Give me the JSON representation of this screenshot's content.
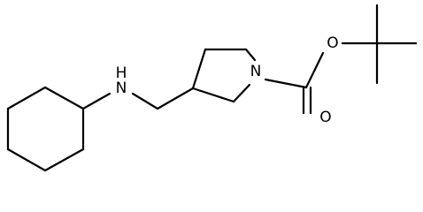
{
  "molecule": {
    "atoms": {
      "amine_n": "H\nN",
      "amine_n_element": "N",
      "amine_n_hydrogen": "H",
      "ring_n": "N",
      "ester_o": "O",
      "carbonyl_o": "O"
    },
    "colors": {
      "bond": "#000000",
      "label": "#000000",
      "background": "#ffffff"
    }
  }
}
